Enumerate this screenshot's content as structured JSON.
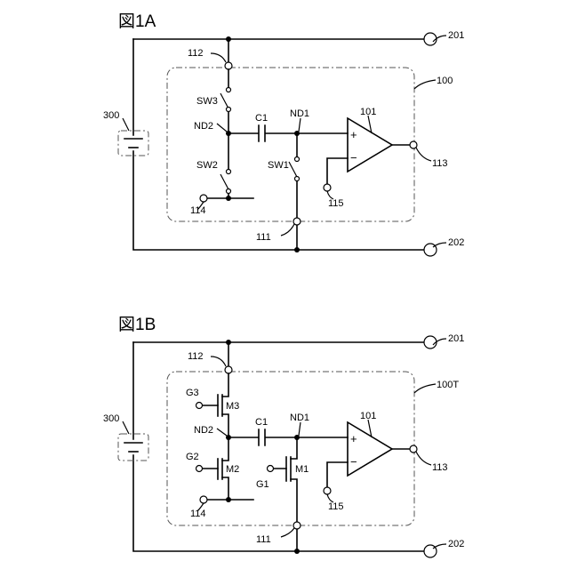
{
  "figure_a": {
    "title": "図1A",
    "labels": {
      "term_201": "201",
      "term_202": "202",
      "node_112": "112",
      "node_111": "111",
      "out_113": "113",
      "in_114": "114",
      "in_115": "115",
      "block": "100",
      "battery": "300",
      "amp": "101",
      "cap": "C1",
      "nd1": "ND1",
      "nd2": "ND2",
      "sw1": "SW1",
      "sw2": "SW2",
      "sw3": "SW3"
    }
  },
  "figure_b": {
    "title": "図1B",
    "labels": {
      "term_201": "201",
      "term_202": "202",
      "node_112": "112",
      "node_111": "111",
      "out_113": "113",
      "in_114": "114",
      "in_115": "115",
      "block": "100T",
      "battery": "300",
      "amp": "101",
      "cap": "C1",
      "nd1": "ND1",
      "nd2": "ND2",
      "m1": "M1",
      "m2": "M2",
      "m3": "M3",
      "g1": "G1",
      "g2": "G2",
      "g3": "G3"
    }
  },
  "amp_signs": {
    "plus": "+",
    "minus": "−"
  }
}
